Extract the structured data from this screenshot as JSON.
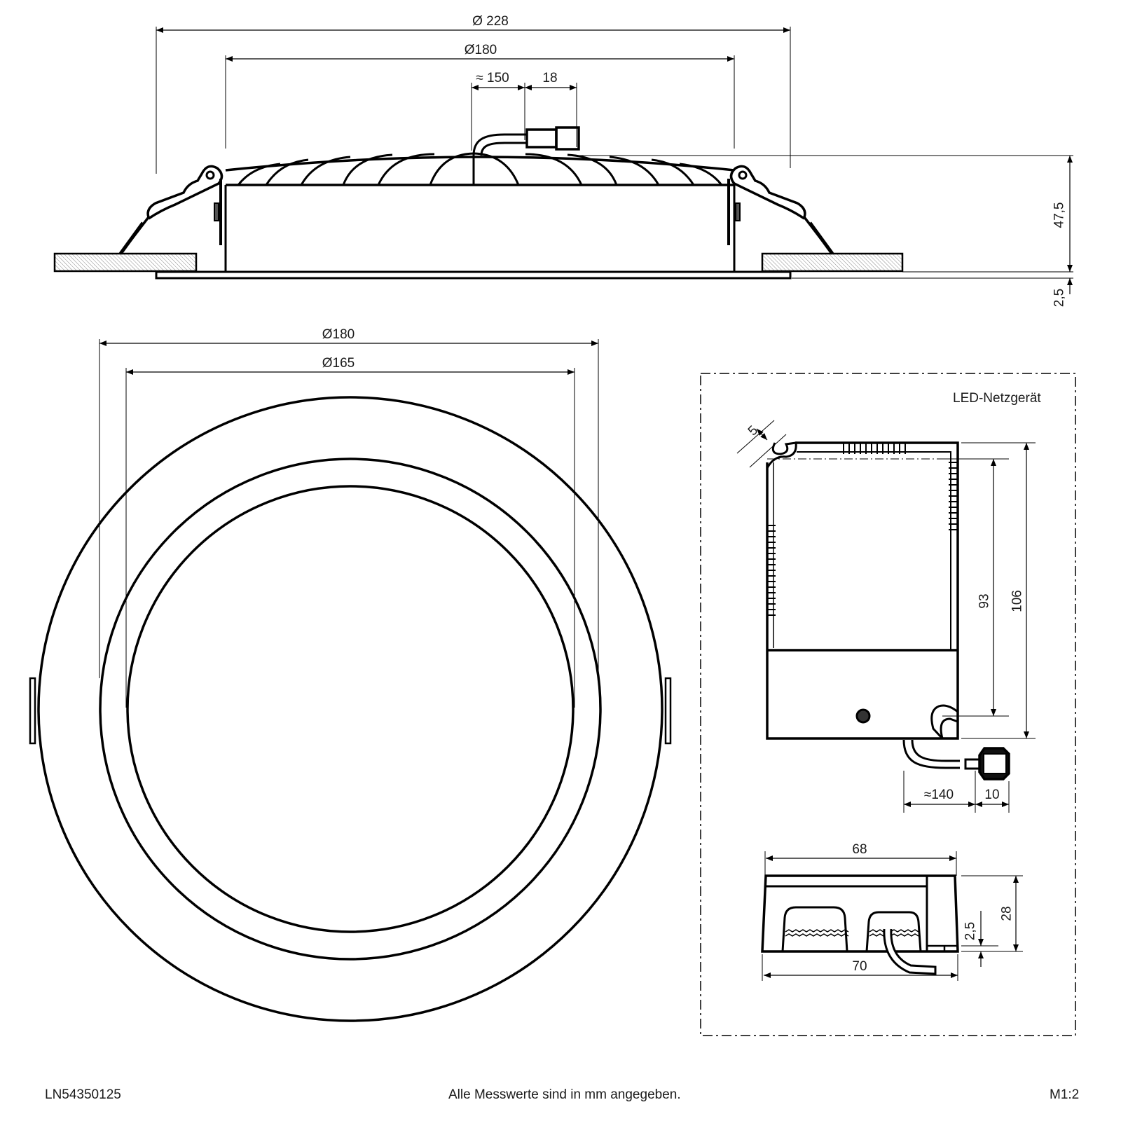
{
  "drawing": {
    "type": "technical-dimension-drawing",
    "subject": "LED downlight with LED driver",
    "stroke_color": "#000000",
    "background": "#ffffff"
  },
  "side_view": {
    "dims": {
      "outer_diameter": "Ø 228",
      "cutout_diameter": "Ø180",
      "cable_length": "≈ 150",
      "connector_length": "18",
      "height": "47,5",
      "flange_thickness": "2,5"
    }
  },
  "top_view": {
    "dims": {
      "outer_diameter": "Ø180",
      "inner_diameter": "Ø165"
    }
  },
  "driver_panel": {
    "title": "LED-Netzgerät",
    "top_view_dims": {
      "wire_clearance": "5",
      "inner_length": "93",
      "total_length": "106",
      "cable_length": "≈140",
      "connector_length": "10"
    },
    "side_view_dims": {
      "top_width": "68",
      "bottom_width": "70",
      "height": "28",
      "base_thickness": "2,5"
    }
  },
  "footer": {
    "article_number": "LN54350125",
    "note": "Alle Messwerte sind in mm angegeben.",
    "scale": "M1:2"
  }
}
